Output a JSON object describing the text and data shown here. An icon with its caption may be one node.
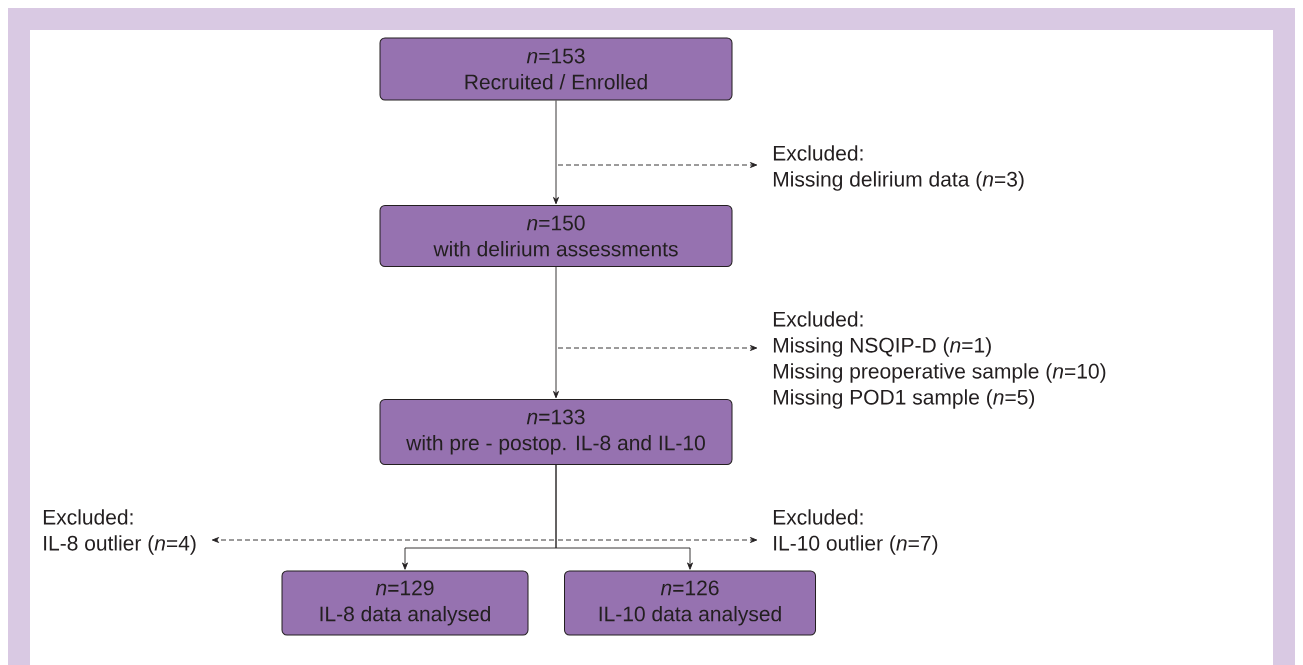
{
  "diagram": {
    "nodes": [
      {
        "text": [
          "*n*=153",
          "Recruited / Enrolled"
        ]
      },
      {
        "text": [
          "Excluded:",
          "Missing delirium data (*n*=3)"
        ]
      },
      {
        "text": [
          "*n*=150",
          "with delirium assessments"
        ]
      },
      {
        "text": [
          "Excluded:",
          "Missing NSQIP-D (*n*=1)",
          "Missing preoperative sample (*n*=10)",
          "Missing POD1 sample (*n*=5)"
        ]
      },
      {
        "text": [
          "*n*=133",
          "with pre - postop. IL-8 and IL-10"
        ]
      },
      {
        "text": [
          "Excluded:",
          "IL-8 outlier (*n*=4)"
        ]
      },
      {
        "text": [
          "Excluded:",
          "IL-10 outlier (*n*=7)"
        ]
      },
      {
        "text": [
          "*n*=129",
          "IL-8 data analysed"
        ]
      },
      {
        "text": [
          "*n*=126",
          "IL-10 data analysed"
        ]
      }
    ],
    "edges": [
      {
        "from": 0,
        "to": 2,
        "arrow": "to"
      },
      {
        "from": null,
        "to": 1,
        "arrow": "to",
        "style": "dashed"
      },
      {
        "from": 2,
        "to": 4,
        "arrow": "to"
      },
      {
        "from": null,
        "to": 3,
        "arrow": "to",
        "style": "dashed"
      },
      {
        "from": null,
        "to": 5,
        "arrow": "to",
        "style": "dashed"
      },
      {
        "from": null,
        "to": 6,
        "arrow": "to",
        "style": "dashed"
      },
      {
        "from": 4,
        "to": 7,
        "arrow": "to"
      },
      {
        "from": 4,
        "to": 8,
        "arrow": "to"
      }
    ]
  }
}
